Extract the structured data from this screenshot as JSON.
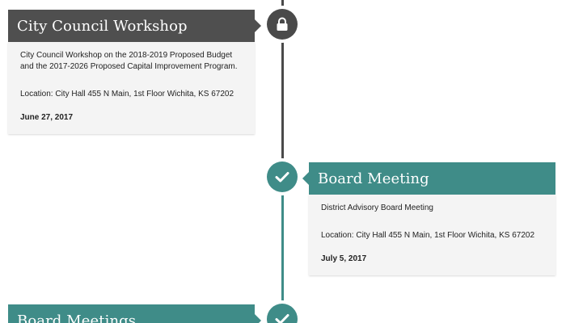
{
  "events": [
    {
      "title": "City Council Workshop",
      "description": "City Council Workshop on the 2018-2019 Proposed Budget and the 2017-2026 Proposed Capital Improvement Program.",
      "location": "Location: City Hall 455 N Main, 1st Floor Wichita, KS 67202",
      "date": "June 27, 2017",
      "icon": "lock-icon",
      "color": "#4f4f4f"
    },
    {
      "title": "Board Meeting",
      "description": "District Advisory Board Meeting",
      "location": "Location: City Hall 455 N Main, 1st Floor Wichita, KS 67202",
      "date": "July 5, 2017",
      "icon": "check-icon",
      "color": "#3f8c88"
    },
    {
      "title": "Board Meetings",
      "icon": "check-icon",
      "color": "#3f8c88"
    }
  ],
  "colors": {
    "past": "#4a4a4a",
    "upcoming": "#3f8c88",
    "card_background": "#f4f4f4"
  }
}
